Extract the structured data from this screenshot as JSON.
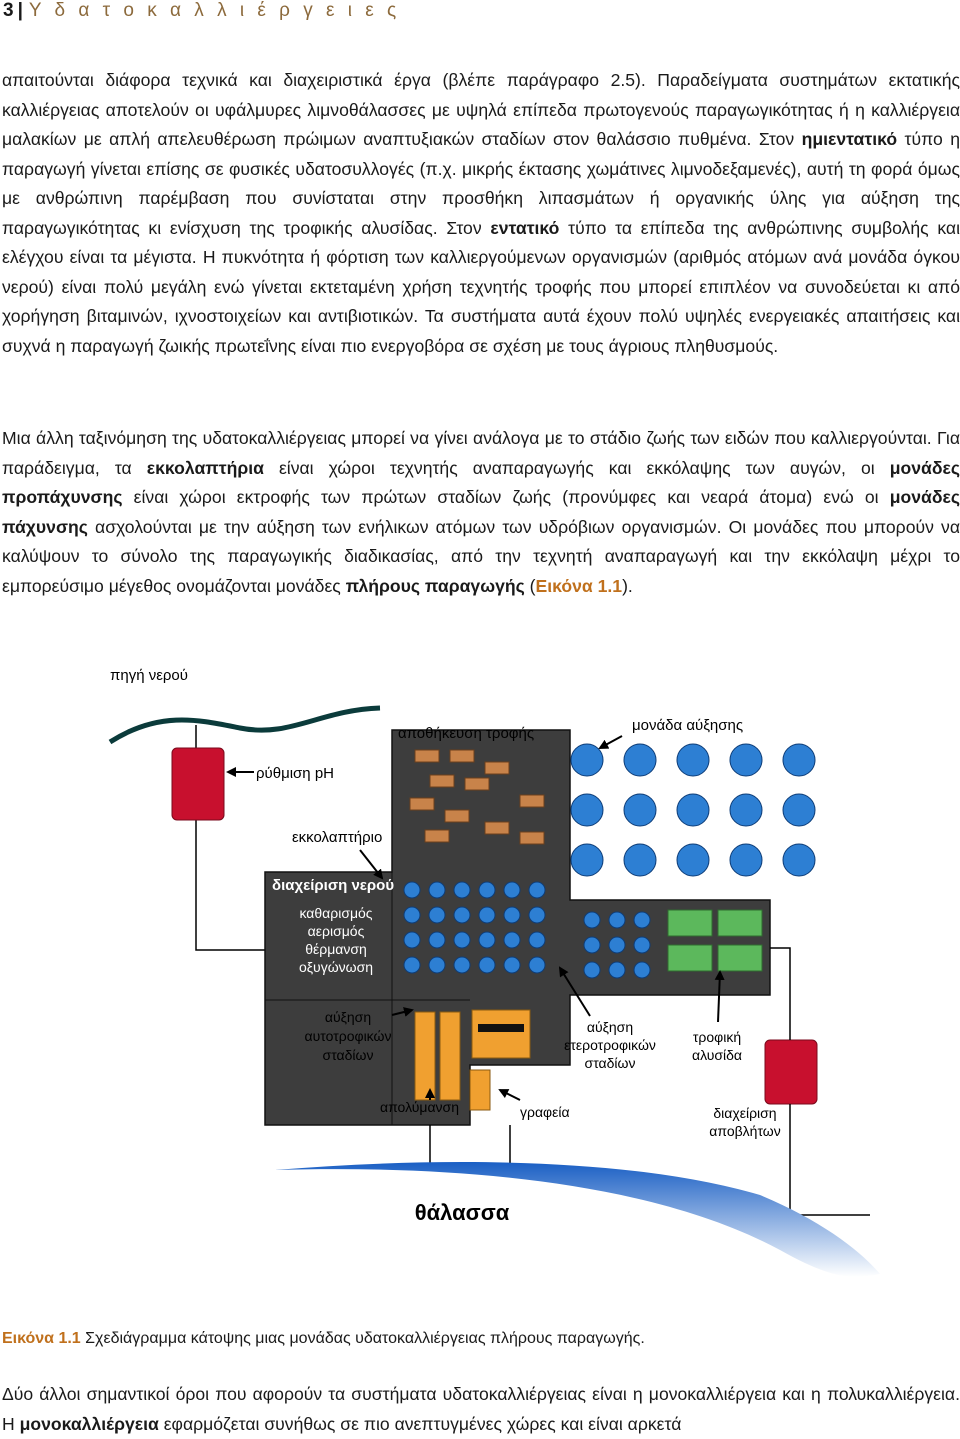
{
  "header": {
    "page": "3",
    "separator": "|",
    "title": "Υ δ α τ ο κ α λ λ ι έ ρ γ ε ι ε ς"
  },
  "p1": {
    "a": "απαιτούνται διάφορα τεχνικά και διαχειριστικά έργα (βλέπε παράγραφο 2.5). Παραδείγματα συστημάτων εκτατικής καλλιέργειας αποτελούν οι υφάλμυρες λιμνοθάλασσες με υψηλά επίπεδα πρωτογενούς παραγωγικότητας ή η καλλιέργεια μαλακίων με απλή απελευθέρωση πρώιμων αναπτυξιακών σταδίων στον θαλάσσιο πυθμένα. Στον ",
    "b1": "ημιεντατικό",
    "c": " τύπο η παραγωγή γίνεται επίσης σε φυσικές υδατοσυλλογές (π.χ. μικρής έκτασης χωμάτινες λιμνοδεξαμενές), αυτή τη φορά όμως με ανθρώπινη παρέμβαση που συνίσταται στην προσθήκη λιπασμάτων ή οργανικής ύλης για αύξηση της παραγωγικότητας κι ενίσχυση της τροφικής αλυσίδας. Στον ",
    "b2": "εντατικό",
    "d": " τύπο τα επίπεδα της ανθρώπινης συμβολής και ελέγχου είναι τα μέγιστα. Η πυκνότητα ή φόρτιση των καλλιεργούμενων οργανισμών (αριθμός ατόμων ανά μονάδα όγκου νερού) είναι πολύ μεγάλη ενώ γίνεται εκτεταμένη χρήση τεχνητής τροφής που μπορεί επιπλέον να συνοδεύεται κι από χορήγηση βιταμινών, ιχνοστοιχείων και αντιβιοτικών. Τα συστήματα αυτά έχουν πολύ υψηλές ενεργειακές απαιτήσεις και συχνά η παραγωγή ζωικής πρωτεΐνης είναι πιο ενεργοβόρα σε σχέση με τους άγριους πληθυσμούς."
  },
  "p2": {
    "a": "Μια άλλη ταξινόμηση της υδατοκαλλιέργειας μπορεί να γίνει ανάλογα με το στάδιο ζωής των ειδών που καλλιεργούνται. Για παράδειγμα, τα ",
    "b1": "εκκολαπτήρια",
    "c": " είναι χώροι τεχνητής αναπαραγωγής και εκκόλαψης των αυγών, οι ",
    "b2": "μονάδες προπάχυνσης",
    "d": " είναι χώροι εκτροφής των πρώτων σταδίων ζωής (προνύμφες και νεαρά άτομα) ενώ οι ",
    "b3": "μονάδες πάχυνσης",
    "e": " ασχολούνται με την αύξηση των ενήλικων ατόμων των υδρόβιων οργανισμών. Οι μονάδες που μπορούν να καλύψουν το σύνολο της παραγωγικής διαδικασίας, από την τεχνητή αναπαραγωγή και την εκκόλαψη μέχρι το εμπορεύσιμο μέγεθος ονομάζονται μονάδες ",
    "b4": "πλήρους παραγωγής",
    "f": " (",
    "ref": "Εικόνα 1.1",
    "g": ")."
  },
  "figure": {
    "water_source": "πηγή νερού",
    "ph": "ρύθμιση pH",
    "hatchery": "εκκολαπτήριο",
    "water_mgmt": "διαχείριση νερού",
    "water_mgmt_items": [
      "καθαρισμός",
      "αερισμός",
      "θέρμανση",
      "οξυγώνωση"
    ],
    "feed_storage": "αποθήκευση τροφής",
    "growth_unit": "μονάδα αύξησης",
    "autotrophic": [
      "αύξηση",
      "αυτοτροφικών",
      "σταδίων"
    ],
    "heterotrophic": [
      "αύξηση",
      "ετεροτροφικών",
      "σταδίων"
    ],
    "food_chain": [
      "τροφική",
      "αλυσίδα"
    ],
    "disinfection": "απολύμανση",
    "offices": "γραφεία",
    "waste": [
      "διαχείριση",
      "αποβλήτων"
    ],
    "sea": "θάλασσα",
    "colors": {
      "red": "#c8102e",
      "dark": "#3d3d3d",
      "blue": "#2d7fd3",
      "green": "#5cb85c",
      "orange": "#f0a030",
      "brown": "#c8834a"
    }
  },
  "caption": {
    "label": "Εικόνα 1.1",
    "text": " Σχεδιάγραμμα κάτοψης μιας μονάδας υδατοκαλλιέργειας πλήρους παραγωγής."
  },
  "p3": {
    "a": "Δύο άλλοι σημαντικοί όροι που αφορούν τα συστήματα υδατοκαλλιέργειας είναι η μονοκαλλιέργεια και η πολυκαλλιέργεια. Η ",
    "b1": "μονοκαλλιέργεια",
    "c": " εφαρμόζεται συνήθως σε πιο ανεπτυγμένες χώρες και είναι αρκετά"
  }
}
